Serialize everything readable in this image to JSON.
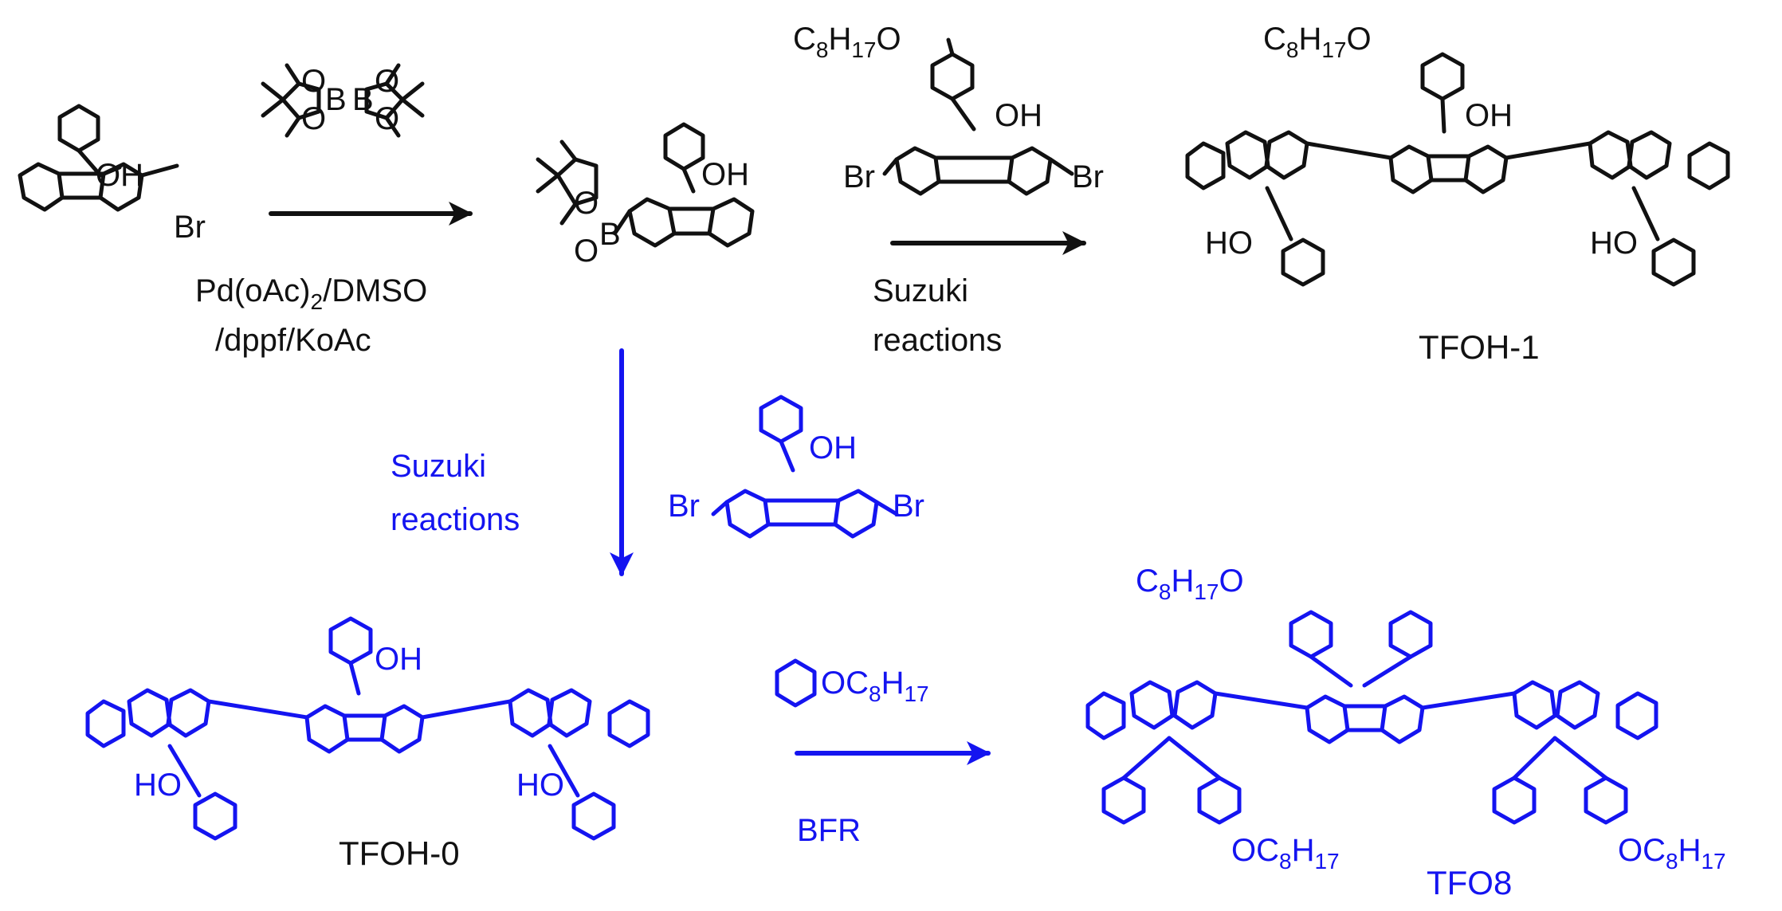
{
  "colors": {
    "black": "#111111",
    "blue": "#1414f0"
  },
  "top_scheme": {
    "reagent_above_arrow1": {
      "atom_B": "B",
      "atom_O": "O"
    },
    "conditions_below_arrow1": {
      "line1": "Pd(oAc)",
      "line1_sub": "2",
      "line1_end": "/DMSO",
      "line2": "/dppf/KoAc"
    },
    "start_material": {
      "oh": "OH",
      "br": "Br"
    },
    "boronate_product": {
      "oh": "OH",
      "atom_B": "B",
      "atom_O": "O"
    },
    "dibromo_reagent": {
      "chain_c": "C",
      "chain_c_sub": "8",
      "chain_h": "H",
      "chain_h_sub": "17",
      "chain_o": "O",
      "oh": "OH",
      "br_left": "Br",
      "br_right": "Br"
    },
    "arrow2_label": {
      "line1": "Suzuki",
      "line2": "reactions"
    },
    "product": {
      "name": "TFOH-1",
      "oh": "OH",
      "ho_left": "HO",
      "ho_right": "HO",
      "chain_c": "C",
      "chain_c_sub": "8",
      "chain_h": "H",
      "chain_h_sub": "17",
      "chain_o": "O"
    }
  },
  "bottom_scheme": {
    "down_arrow_label": {
      "line1": "Suzuki",
      "line2": "reactions"
    },
    "dibromo_reagent": {
      "oh": "OH",
      "br_left": "Br",
      "br_right": "Br"
    },
    "intermediate": {
      "name": "TFOH-0",
      "oh": "OH",
      "ho_left": "HO",
      "ho_right": "HO"
    },
    "reagent": {
      "label": "OC",
      "sub1": "8",
      "h": "H",
      "sub2": "17"
    },
    "arrow_label": "BFR",
    "product": {
      "name": "TFO8",
      "chain_c": "C",
      "chain_c_sub": "8",
      "chain_h": "H",
      "chain_h_sub": "17",
      "chain_o": "O",
      "oc_left": "OC",
      "oc_right": "OC",
      "sub8": "8",
      "h": "H",
      "sub17": "17"
    }
  }
}
